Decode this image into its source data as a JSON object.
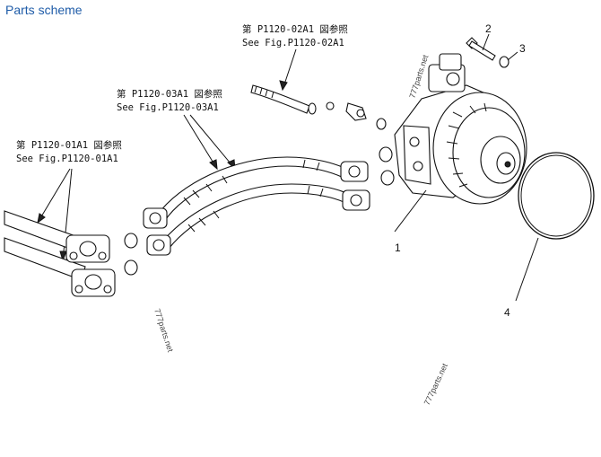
{
  "header": {
    "title": "Parts scheme"
  },
  "references": {
    "fig_02a1_jp": "第 P1120-02A1 図参照",
    "fig_02a1_en": "See Fig.P1120-02A1",
    "fig_03a1_jp": "第 P1120-03A1 図参照",
    "fig_03a1_en": "See Fig.P1120-03A1",
    "fig_01a1_jp": "第 P1120-01A1 図参照",
    "fig_01a1_en": "See Fig.P1120-01A1"
  },
  "callouts": {
    "c1": "1",
    "c2": "2",
    "c3": "3",
    "c4": "4"
  },
  "watermarks": {
    "wm1": "777parts.net",
    "wm2": "777parts.net",
    "wm3": "777parts.net"
  }
}
